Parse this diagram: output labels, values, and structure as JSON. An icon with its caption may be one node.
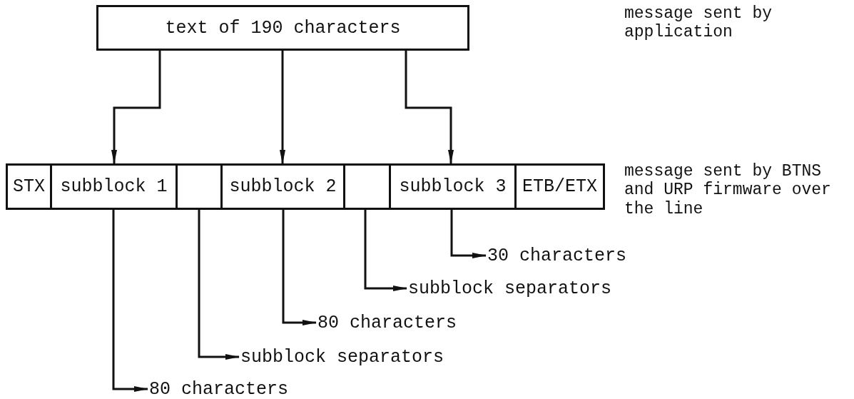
{
  "diagram": {
    "nodes": [
      {
        "text": [
          "text of 190 characters"
        ]
      },
      {
        "text": [
          "STX"
        ]
      },
      {
        "text": [
          "subblock 1"
        ]
      },
      {
        "text": [],
        "shape": "box"
      },
      {
        "text": [
          "subblock 2"
        ]
      },
      {
        "text": [],
        "shape": "box"
      },
      {
        "text": [
          "subblock 3"
        ]
      },
      {
        "text": [
          "ETB/ETX"
        ]
      },
      {
        "text": [
          "30 characters"
        ]
      },
      {
        "text": [
          "subblock separators"
        ]
      },
      {
        "text": [
          "80 characters"
        ]
      },
      {
        "text": [
          "subblock separators"
        ]
      },
      {
        "text": [
          "80 characters"
        ]
      }
    ],
    "edges": [
      {
        "from": 0,
        "to": 2,
        "arrow": "to"
      },
      {
        "from": 0,
        "to": 4,
        "arrow": "to"
      },
      {
        "from": 0,
        "to": 6,
        "arrow": "to"
      },
      {
        "from": 6,
        "to": 8,
        "arrow": "to"
      },
      {
        "from": 5,
        "to": 9,
        "arrow": "to"
      },
      {
        "from": 4,
        "to": 10,
        "arrow": "to"
      },
      {
        "from": 3,
        "to": 11,
        "arrow": "to"
      },
      {
        "from": 2,
        "to": 12,
        "arrow": "to"
      }
    ],
    "labels": [
      "message sent by application",
      "message sent by BTNS and URP firmware over the line"
    ]
  }
}
